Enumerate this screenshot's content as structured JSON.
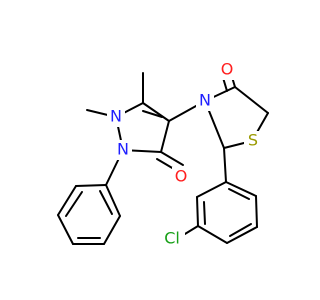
{
  "diagram": {
    "type": "chemical-structure",
    "atom_labels": {
      "o_thiazolidinone": "O",
      "n_thiazolidinone": "N",
      "s_ring": "S",
      "n_methyl": "N",
      "n_phenyl": "N",
      "o_pyrazolone": "O",
      "cl": "Cl"
    },
    "colors": {
      "nitrogen": "#1f1fff",
      "oxygen": "#ff1f1f",
      "sulfur": "#9a9a00",
      "chlorine": "#18a018",
      "bond": "#000000"
    }
  }
}
